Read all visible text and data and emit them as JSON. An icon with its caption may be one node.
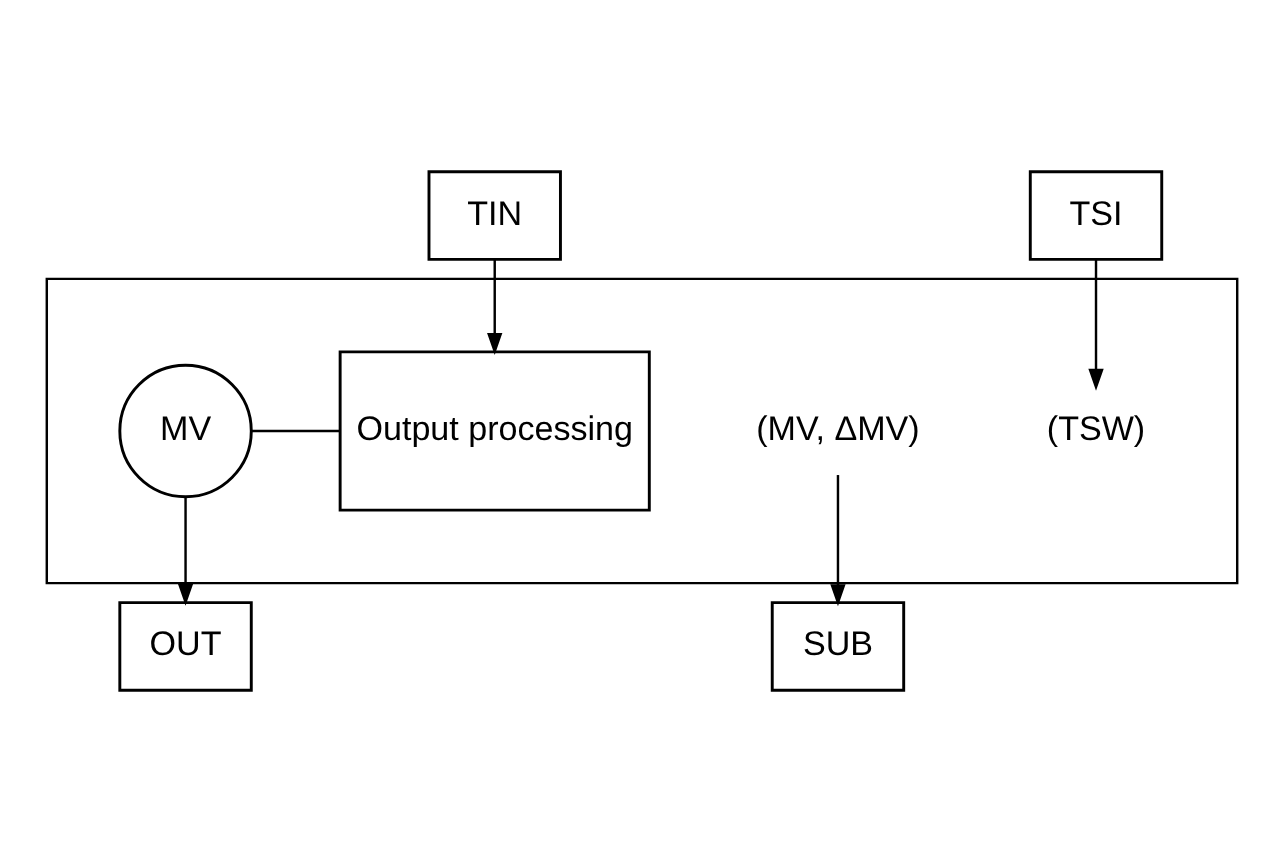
{
  "diagram": {
    "nodes": [
      {
        "text": [],
        "shape": "box"
      },
      {
        "text": [
          "TIN"
        ]
      },
      {
        "text": [
          "TSI"
        ]
      },
      {
        "text": [
          "(TSW)"
        ],
        "in": 0
      },
      {
        "text": [
          "Output processing"
        ],
        "in": 0
      },
      {
        "text": [
          "MV"
        ],
        "in": 0
      },
      {
        "text": [
          "OUT"
        ]
      },
      {
        "text": [
          "(MV, ΔMV)"
        ],
        "in": 0
      },
      {
        "text": [
          "SUB"
        ]
      }
    ],
    "edges": [
      {
        "from": 1,
        "to": 4,
        "arrow": "to"
      },
      {
        "from": 2,
        "to": 3,
        "arrow": "to"
      },
      {
        "from": 4,
        "to": 5,
        "arrow": "none"
      },
      {
        "from": 5,
        "to": 6,
        "arrow": "to"
      },
      {
        "from": 7,
        "to": 8,
        "arrow": "to"
      }
    ]
  }
}
